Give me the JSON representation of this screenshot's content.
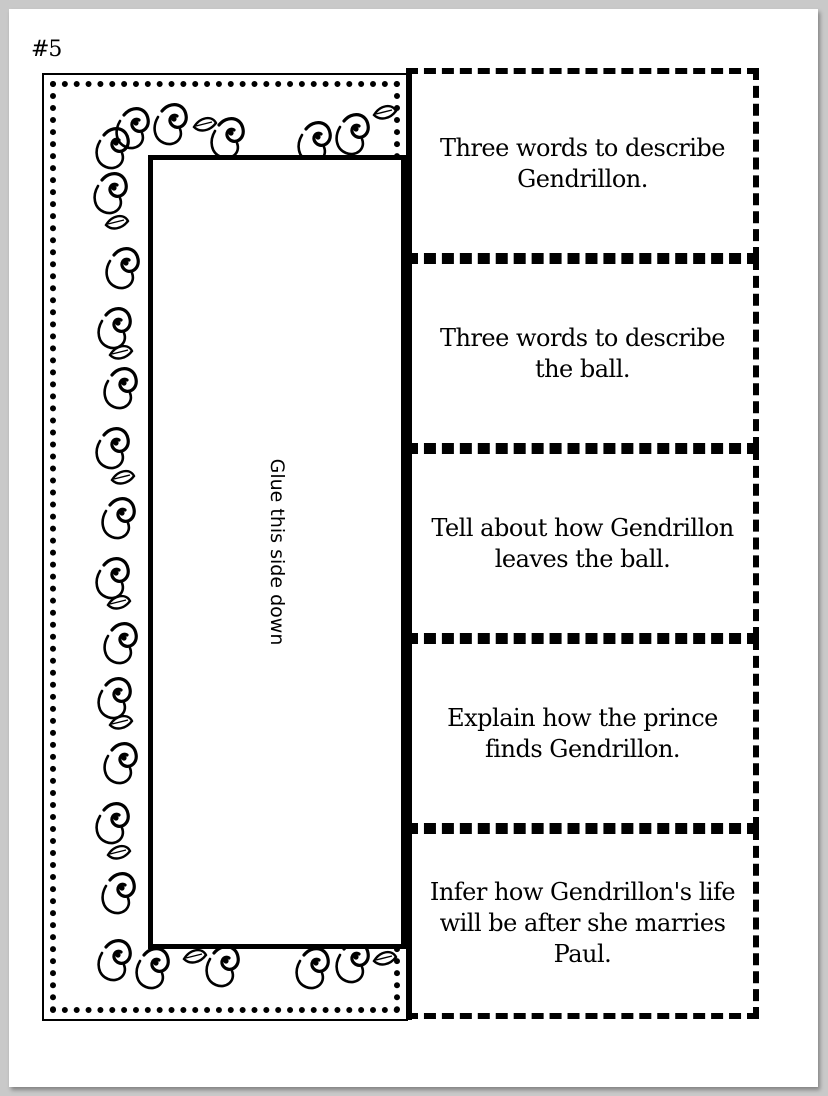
{
  "page": {
    "number_label": "#5"
  },
  "left_panel": {
    "glue_label": "Glue this side down"
  },
  "flaps": [
    {
      "text": "Three words to describe Gendrillon."
    },
    {
      "text": "Three words to describe the ball."
    },
    {
      "text": "Tell about how Gendrillon leaves the ball."
    },
    {
      "text": "Explain how the prince finds Gendrillon."
    },
    {
      "text": "Infer how Gendrillon's life will be after she marries Paul."
    }
  ],
  "colors": {
    "ink": "#000000",
    "paper": "#ffffff",
    "background": "#c9c9c9"
  },
  "icons": [
    "swirl-ornament-icon"
  ]
}
